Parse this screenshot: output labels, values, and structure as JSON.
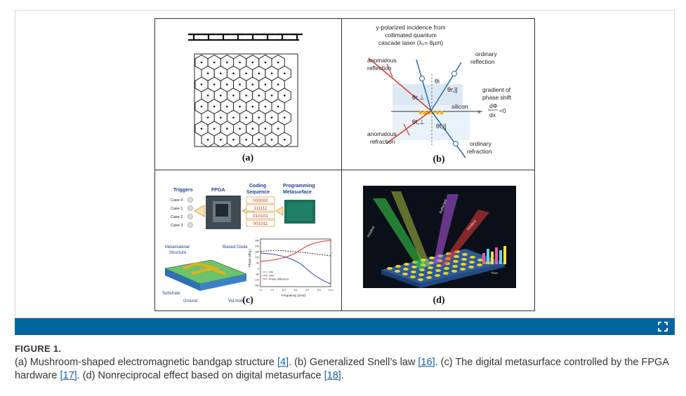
{
  "figure": {
    "panel_a": {
      "label": "(a)"
    },
    "panel_b": {
      "label": "(b)",
      "incidence_line1": "y-polarized incidence from",
      "incidence_line2": "collimated quantum",
      "incidence_line3": "cascade laser (λ₀= 8μm)",
      "anomalous_reflection_1": "anomalous",
      "anomalous_reflection_2": "reflection",
      "ordinary_reflection_1": "ordinary",
      "ordinary_reflection_2": "reflection",
      "gradient_1": "gradient of",
      "gradient_2": "phase shift",
      "gradient_num": "dΦ",
      "gradient_den": "dx",
      "gradient_cmp": "<0",
      "silicon": "silicon",
      "x_axis": "x",
      "anomalous_refraction_1": "anomalous",
      "anomalous_refraction_2": "refraction",
      "ordinary_refraction_1": "ordinary",
      "ordinary_refraction_2": "refraction",
      "theta_i": "θi",
      "theta_r_perp": "θr,⊥",
      "theta_r_par": "θr,||",
      "theta_t_perp": "θt,⊥",
      "theta_t_par": "θt,||"
    },
    "panel_c": {
      "label": "(c)",
      "triggers": "Triggers",
      "fpga": "FPGA",
      "coding_1": "Coding",
      "coding_2": "Sequence",
      "programming_1": "Programming",
      "programming_2": "Metasurface",
      "cases": [
        "Case 0",
        "Case 1",
        "Case 2",
        "Case 3"
      ],
      "codes": [
        "000000",
        "111111",
        "010101",
        "001011"
      ],
      "meta_structure_1": "Metamaterial",
      "meta_structure_2": "Structure",
      "biased_diode": "Biased Diode",
      "substrate": "Substrate",
      "ground": "Ground",
      "via_hole": "Via Hole",
      "legend": [
        "ON",
        "OFF",
        "Phase difference"
      ],
      "ylabel": "Phase (deg.)",
      "xlabel": "Frequency (GHz)",
      "yticks": [
        "300",
        "240",
        "180",
        "120",
        "60",
        "0",
        "-60",
        "-120",
        "-180"
      ],
      "xticks": [
        "7.0",
        "7.5",
        "8.0",
        "8.5",
        "9.0",
        "9.5",
        "10.0"
      ]
    },
    "panel_d": {
      "label": "(d)",
      "incident": "Incident",
      "reflected": "Reflected",
      "time": "Time"
    }
  },
  "caption": {
    "title": "FIGURE 1.",
    "line1": "(a) Mushroom-shaped electromagnetic bandgap structure ",
    "ref1": "[4]",
    "mid1": ". (b) Generalized Snell’s law ",
    "ref2": "[16]",
    "mid2": ". (c) The digital metasurface controlled by the FPGA hardware ",
    "ref3": "[17]",
    "mid3": ". (d) Nonreciprocal effect based on digital metasurface ",
    "ref4": "[18]",
    "end": "."
  },
  "colors": {
    "bar": "#00649f",
    "link": "#1a5fa8"
  }
}
